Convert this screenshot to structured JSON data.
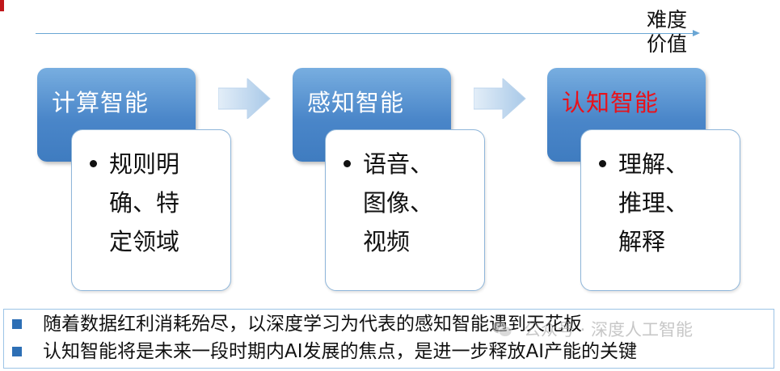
{
  "axis": {
    "label_line1": "难度",
    "label_line2": "价值"
  },
  "stages": [
    {
      "title": "计算智能",
      "title_color": "#ffffff",
      "lines": [
        "规则明",
        "确、特",
        "定领域"
      ]
    },
    {
      "title": "感知智能",
      "title_color": "#ffffff",
      "lines": [
        "语音、",
        "图像、",
        "视频"
      ]
    },
    {
      "title": "认知智能",
      "title_color": "#e8121b",
      "lines": [
        "理解、",
        "推理、",
        "解释"
      ]
    }
  ],
  "bottom_points": [
    "随着数据红利消耗殆尽，以深度学习为代表的感知智能遇到天花板",
    "认知智能将是未来一段时期内AI发展的焦点，是进一步释放AI产能的关键"
  ],
  "watermark": {
    "text": "公众号 · 深度人工智能",
    "icon": "wechat-icon"
  },
  "colors": {
    "accent_blue": "#4a86c9",
    "axis": "#6aa6d4",
    "highlight_red": "#e8121b",
    "bullet_square": "#2d6fb5"
  }
}
